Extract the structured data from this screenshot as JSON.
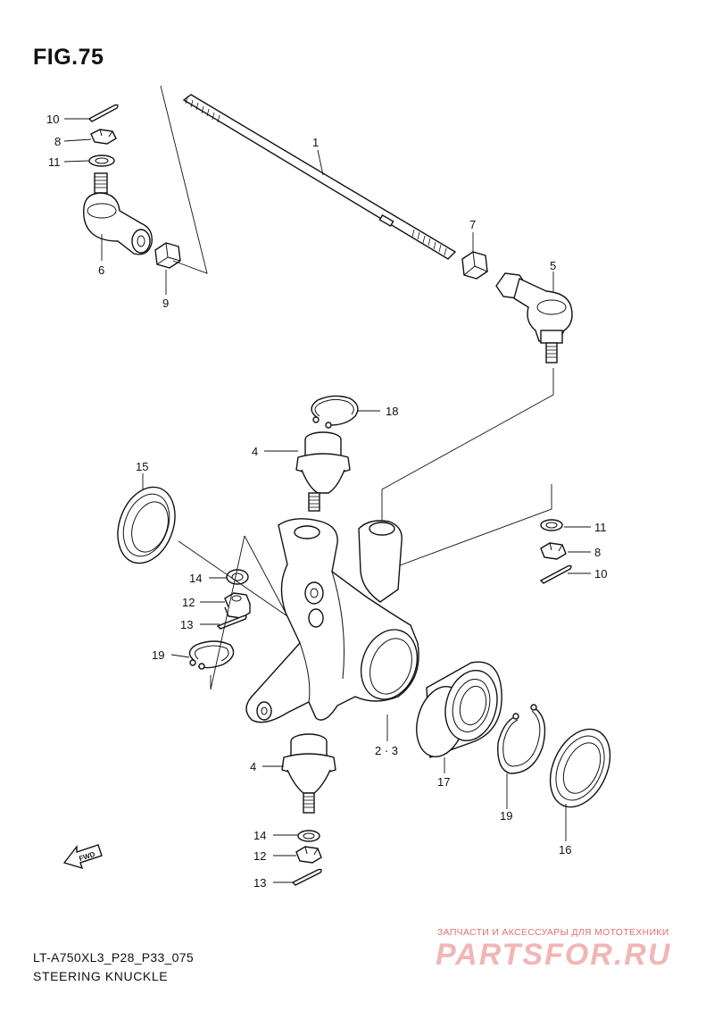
{
  "figure": {
    "title": "FIG.75",
    "code": "LT-A750XL3_P28_P33_075",
    "caption": "STEERING KNUCKLE"
  },
  "watermark": {
    "line1": "ЗАПЧАСТИ И АКСЕССУАРЫ ДЛЯ МОТОТЕХНИКИ",
    "logo": "PARTSFOR.RU"
  },
  "fwd_label": "FWD",
  "callouts": [
    {
      "id": "c10a",
      "label": "10"
    },
    {
      "id": "c8a",
      "label": "8"
    },
    {
      "id": "c11a",
      "label": "11"
    },
    {
      "id": "c6",
      "label": "6"
    },
    {
      "id": "c9",
      "label": "9"
    },
    {
      "id": "c1",
      "label": "1"
    },
    {
      "id": "c7",
      "label": "7"
    },
    {
      "id": "c5",
      "label": "5"
    },
    {
      "id": "c18",
      "label": "18"
    },
    {
      "id": "c4a",
      "label": "4"
    },
    {
      "id": "c15",
      "label": "15"
    },
    {
      "id": "c11b",
      "label": "11"
    },
    {
      "id": "c8b",
      "label": "8"
    },
    {
      "id": "c10b",
      "label": "10"
    },
    {
      "id": "c14a",
      "label": "14"
    },
    {
      "id": "c12a",
      "label": "12"
    },
    {
      "id": "c13a",
      "label": "13"
    },
    {
      "id": "c19a",
      "label": "19"
    },
    {
      "id": "c23",
      "label": "2 · 3"
    },
    {
      "id": "c17",
      "label": "17"
    },
    {
      "id": "c19b",
      "label": "19"
    },
    {
      "id": "c16",
      "label": "16"
    },
    {
      "id": "c4b",
      "label": "4"
    },
    {
      "id": "c14b",
      "label": "14"
    },
    {
      "id": "c12b",
      "label": "12"
    },
    {
      "id": "c13b",
      "label": "13"
    }
  ]
}
